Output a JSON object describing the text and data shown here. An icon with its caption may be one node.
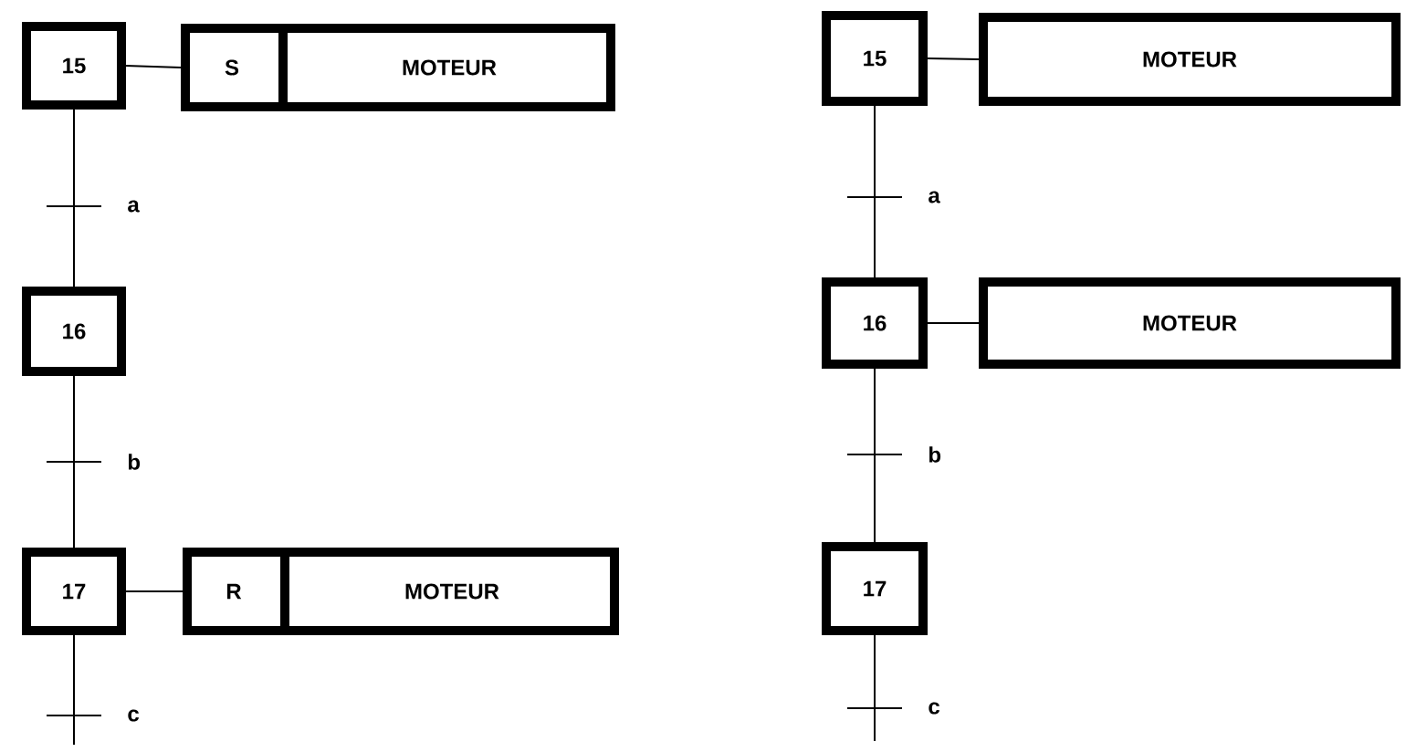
{
  "diagram": {
    "nodes": [
      {
        "text": [
          "15"
        ]
      },
      {
        "text": [
          "S",
          "MOTEUR"
        ]
      },
      {
        "text": [
          "16"
        ]
      },
      {
        "text": [
          "17"
        ]
      },
      {
        "text": [
          "R",
          "MOTEUR"
        ]
      },
      {
        "text": [
          "15"
        ]
      },
      {
        "text": [
          "MOTEUR"
        ]
      },
      {
        "text": [
          "16"
        ]
      },
      {
        "text": [
          "MOTEUR"
        ]
      },
      {
        "text": [
          "17"
        ]
      }
    ],
    "edges": [
      {
        "from": 0,
        "to": 1,
        "arrow": "none"
      },
      {
        "from": 0,
        "to": 2,
        "arrow": "none",
        "label": "a"
      },
      {
        "from": 2,
        "to": 3,
        "arrow": "none",
        "label": "b"
      },
      {
        "from": 3,
        "to": 4,
        "arrow": "none"
      },
      {
        "from": 3,
        "to": null,
        "arrow": "none",
        "label": "c"
      },
      {
        "from": 5,
        "to": 6,
        "arrow": "none"
      },
      {
        "from": 5,
        "to": 7,
        "arrow": "none",
        "label": "a"
      },
      {
        "from": 7,
        "to": 8,
        "arrow": "none"
      },
      {
        "from": 7,
        "to": 9,
        "arrow": "none",
        "label": "b"
      },
      {
        "from": 9,
        "to": null,
        "arrow": "none",
        "label": "c"
      }
    ]
  }
}
